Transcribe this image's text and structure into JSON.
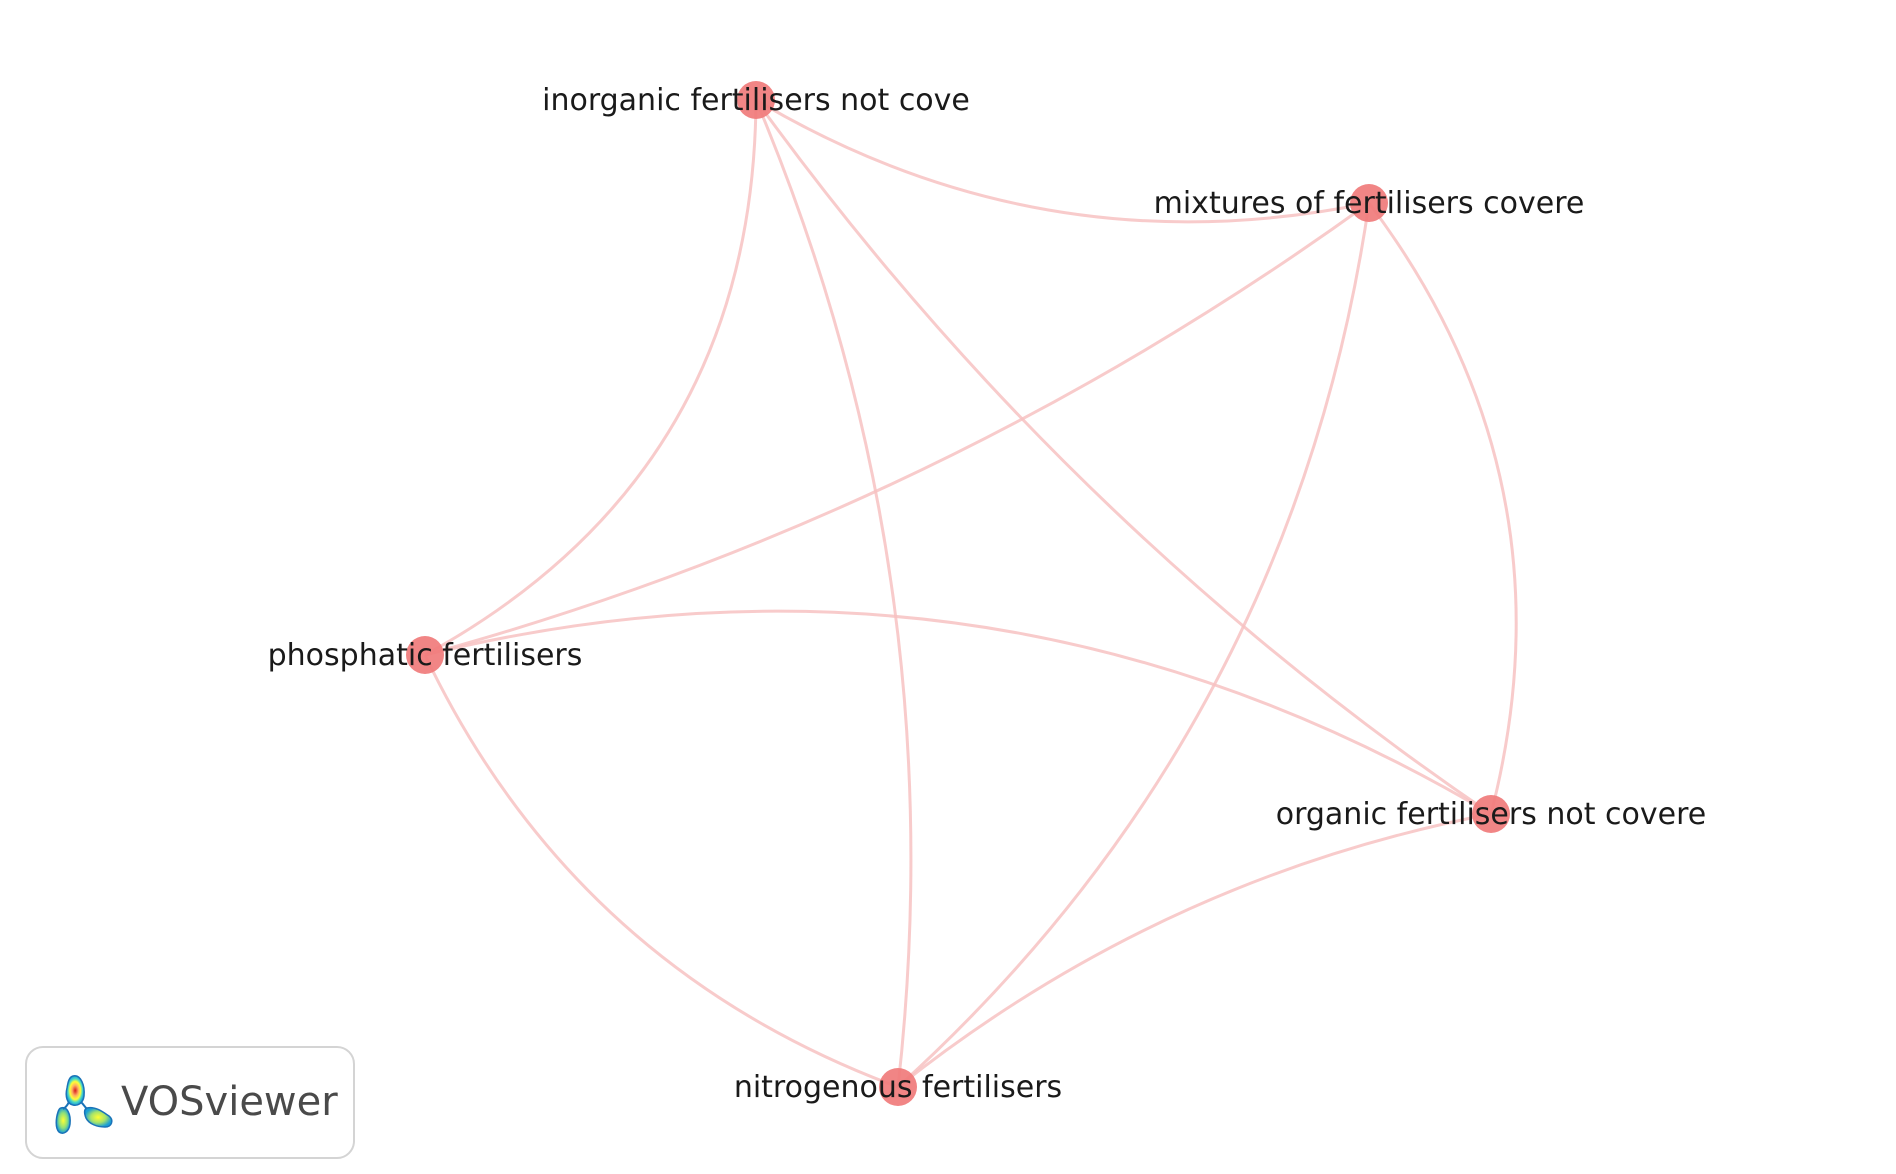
{
  "diagram": {
    "type": "network",
    "nodes": [
      {
        "id": "inorganic",
        "label": "inorganic fertilisers not cove"
      },
      {
        "id": "mixtures",
        "label": "mixtures of fertilisers covere"
      },
      {
        "id": "phosphatic",
        "label": "phosphatic fertilisers"
      },
      {
        "id": "organic",
        "label": "organic fertilisers not covere"
      },
      {
        "id": "nitrogenous",
        "label": "nitrogenous fertilisers"
      }
    ],
    "edges": [
      [
        "inorganic",
        "mixtures"
      ],
      [
        "inorganic",
        "phosphatic"
      ],
      [
        "inorganic",
        "nitrogenous"
      ],
      [
        "inorganic",
        "organic"
      ],
      [
        "mixtures",
        "phosphatic"
      ],
      [
        "mixtures",
        "nitrogenous"
      ],
      [
        "mixtures",
        "organic"
      ],
      [
        "phosphatic",
        "organic"
      ],
      [
        "phosphatic",
        "nitrogenous"
      ],
      [
        "organic",
        "nitrogenous"
      ]
    ],
    "colors": {
      "node": "#f07b7b",
      "edge": "#f7c2c2",
      "label": "#1a1a1a"
    }
  },
  "branding": {
    "name": "VOSviewer",
    "logo_icon": "vosviewer-density-logo-icon"
  }
}
